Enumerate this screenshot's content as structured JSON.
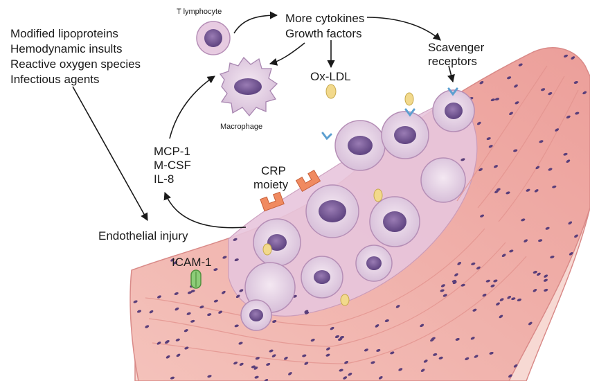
{
  "labels": {
    "t_lymphocyte": "T lymphocyte",
    "macrophage": "Macrophage",
    "cytokines_line1": "More cytokines",
    "cytokines_line2": "Growth factors",
    "scavenger_line1": "Scavenger",
    "scavenger_line2": "receptors",
    "ox_ldl": "Ox-LDL",
    "insults": [
      "Modified lipoproteins",
      "Hemodynamic insults",
      "Reactive oxygen species",
      "Infectious agents"
    ],
    "chemokines": [
      "MCP-1",
      "M-CSF",
      "IL-8"
    ],
    "crp_line1": "CRP",
    "crp_line2": "moiety",
    "endothelial_injury": "Endothelial injury",
    "icam": "ICAM-1"
  },
  "colors": {
    "vessel_wall": "#f2b3ad",
    "vessel_edge": "#d98a88",
    "smooth_muscle_nucleus": "#5a3f7a",
    "foam_cell": "#e6d3e6",
    "macrophage": "#cdb6d6",
    "t_lymphocyte": "#d9b5d2",
    "ldl_particle": "#f2d98c",
    "scavenger_receptor": "#7ab0d6",
    "crp": "#f08a60",
    "icam": "#7cbf6a",
    "arrow": "#1a1a1a",
    "text": "#1a1a1a"
  }
}
